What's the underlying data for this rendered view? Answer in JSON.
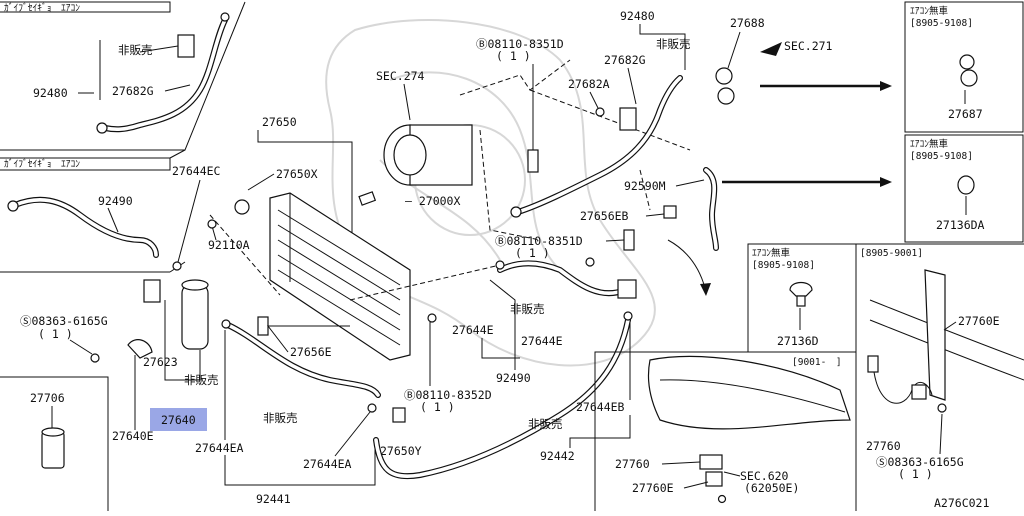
{
  "watermark": "Nissan emblem (background)",
  "inset_top_left": {
    "header": "ｶﾞｲﾌﾞｾｲｷﾞｮ　ｴｱｺﾝ",
    "callouts": [
      "非販売",
      "27682G",
      "92480"
    ]
  },
  "inset_mid_left": {
    "header": "ｶﾞｲﾌﾞｾｲｷﾞｮ　ｴｱｺﾝ",
    "callouts": [
      "92490"
    ]
  },
  "inset_bottom_left": {
    "callouts": [
      "27706"
    ]
  },
  "main_callouts": {
    "c27650": "27650",
    "c27644EC": "27644EC",
    "c27650X": "27650X",
    "c92110A": "92110A",
    "c08363_6165G": "08363-6165G",
    "c08363_qty": "( 1 )",
    "c27623": "27623",
    "c27640": "27640",
    "c27640E": "27640E",
    "c27656E": "27656E",
    "c27644EA_a": "27644EA",
    "c27644EA_b": "27644EA",
    "c92441": "92441",
    "c27650Y": "27650Y",
    "c08110_8352D": "08110-8352D",
    "c08110_8352D_qty": "( 1 )",
    "c27000X": "27000X",
    "sec274": "SEC.274",
    "c08110_8351D_top": "08110-8351D",
    "c08110_8351D_top_qty": "( 1 )",
    "c08110_8351D_mid": "08110-8351D",
    "c08110_8351D_mid_qty": "( 1 )",
    "c27644E_a": "27644E",
    "c27644E_b": "27644E",
    "c92490": "92490",
    "c27644EB": "27644EB",
    "c92442": "92442",
    "c92480": "92480",
    "c27682G": "27682G",
    "c27682A": "27682A",
    "c27688": "27688",
    "sec271": "SEC.271",
    "c92590M": "92590M",
    "c27656EB": "27656EB",
    "not_sold": "非販売"
  },
  "box_27687": {
    "header": "ｴｱｺﾝ無車",
    "range": "[8905-9108]",
    "part": "27687"
  },
  "box_27136DA": {
    "header": "ｴｱｺﾝ無車",
    "range": "[8905-9108]",
    "part": "27136DA"
  },
  "box_27136D": {
    "header": "ｴｱｺﾝ無車",
    "range": "[8905-9108]",
    "part": "27136D"
  },
  "box_bumper": {
    "range": "[9001-　]",
    "callouts": {
      "c27760": "27760",
      "c27760E": "27760E",
      "sec620": "SEC.620",
      "sec620b": "(62050E)"
    }
  },
  "box_sensor": {
    "range": "[8905-9001]",
    "callouts": {
      "c27760E": "27760E",
      "c27760": "27760",
      "c08363": "08363-6165G",
      "qty": "( 1 )"
    }
  },
  "diagram_code": "A276C021",
  "colors": {
    "highlight": "#9aa7e6",
    "line": "#111111",
    "watermark": "#d7d7d7"
  }
}
